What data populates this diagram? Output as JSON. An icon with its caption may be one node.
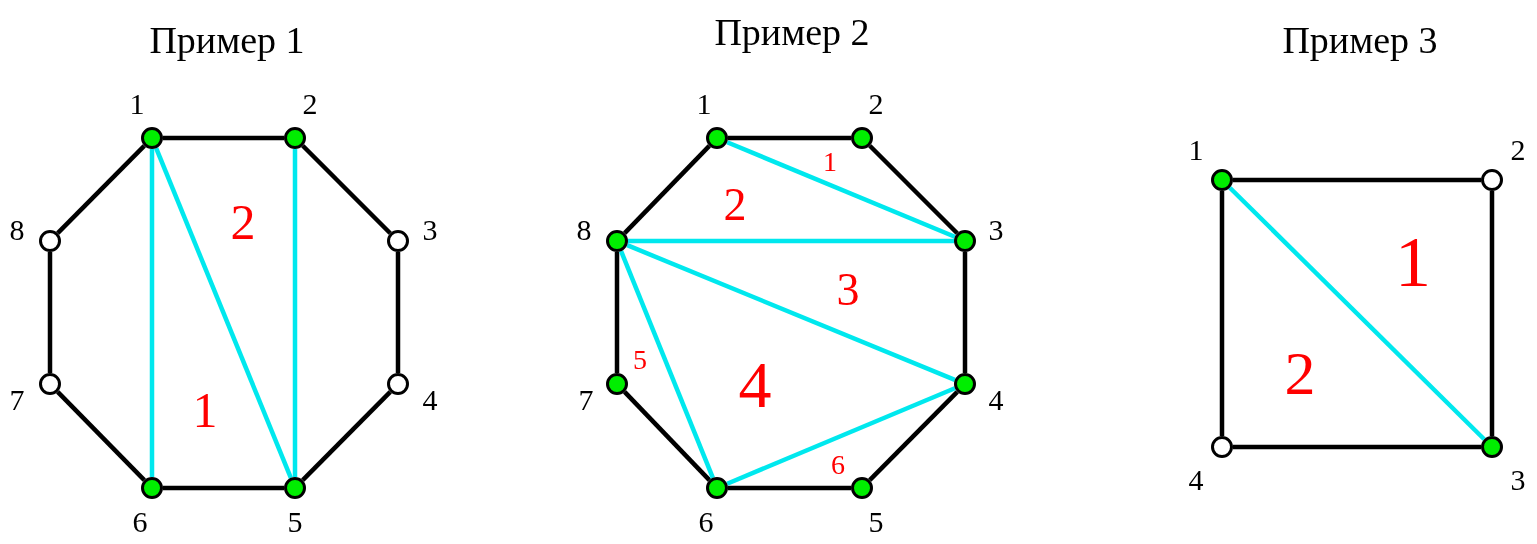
{
  "diagram": {
    "nodes": [
      {
        "text": [],
        "shape": "circle",
        "beside": [
          "1"
        ]
      },
      {
        "text": [],
        "shape": "circle",
        "beside": [
          "2"
        ]
      },
      {
        "text": [],
        "shape": "circle",
        "beside": [
          "3"
        ]
      },
      {
        "text": [],
        "shape": "circle",
        "beside": [
          "4"
        ]
      },
      {
        "text": [],
        "shape": "circle",
        "beside": [
          "5"
        ]
      },
      {
        "text": [],
        "shape": "circle",
        "beside": [
          "6"
        ]
      },
      {
        "text": [],
        "shape": "circle",
        "beside": [
          "7"
        ]
      },
      {
        "text": [],
        "shape": "circle",
        "beside": [
          "8"
        ]
      },
      {
        "text": [],
        "shape": "circle",
        "beside": [
          "1"
        ]
      },
      {
        "text": [],
        "shape": "circle",
        "beside": [
          "2"
        ]
      },
      {
        "text": [],
        "shape": "circle",
        "beside": [
          "3"
        ]
      },
      {
        "text": [],
        "shape": "circle",
        "beside": [
          "4"
        ]
      },
      {
        "text": [],
        "shape": "circle",
        "beside": [
          "5"
        ]
      },
      {
        "text": [],
        "shape": "circle",
        "beside": [
          "6"
        ]
      },
      {
        "text": [],
        "shape": "circle",
        "beside": [
          "7"
        ]
      },
      {
        "text": [],
        "shape": "circle",
        "beside": [
          "8"
        ]
      },
      {
        "text": [],
        "shape": "circle",
        "beside": [
          "1"
        ]
      },
      {
        "text": [],
        "shape": "circle",
        "beside": [
          "2"
        ]
      },
      {
        "text": [],
        "shape": "circle",
        "beside": [
          "3"
        ]
      },
      {
        "text": [],
        "shape": "circle",
        "beside": [
          "4"
        ]
      }
    ],
    "edges": [
      {
        "from": 0,
        "to": 1,
        "arrow": "none"
      },
      {
        "from": 1,
        "to": 2,
        "arrow": "none"
      },
      {
        "from": 2,
        "to": 3,
        "arrow": "none"
      },
      {
        "from": 3,
        "to": 4,
        "arrow": "none"
      },
      {
        "from": 4,
        "to": 5,
        "arrow": "none"
      },
      {
        "from": 5,
        "to": 6,
        "arrow": "none"
      },
      {
        "from": 6,
        "to": 7,
        "arrow": "none"
      },
      {
        "from": 7,
        "to": 0,
        "arrow": "none"
      },
      {
        "from": 0,
        "to": 5,
        "arrow": "none",
        "color": "#00e8ee"
      },
      {
        "from": 0,
        "to": 4,
        "arrow": "none",
        "color": "#00e8ee"
      },
      {
        "from": 1,
        "to": 4,
        "arrow": "none",
        "color": "#00e8ee"
      },
      {
        "from": 8,
        "to": 9,
        "arrow": "none"
      },
      {
        "from": 9,
        "to": 10,
        "arrow": "none"
      },
      {
        "from": 10,
        "to": 11,
        "arrow": "none"
      },
      {
        "from": 11,
        "to": 12,
        "arrow": "none"
      },
      {
        "from": 12,
        "to": 13,
        "arrow": "none"
      },
      {
        "from": 13,
        "to": 14,
        "arrow": "none"
      },
      {
        "from": 14,
        "to": 15,
        "arrow": "none"
      },
      {
        "from": 15,
        "to": 8,
        "arrow": "none"
      },
      {
        "from": 8,
        "to": 10,
        "arrow": "none",
        "color": "#00e8ee"
      },
      {
        "from": 15,
        "to": 10,
        "arrow": "none",
        "color": "#00e8ee"
      },
      {
        "from": 15,
        "to": 11,
        "arrow": "none",
        "color": "#00e8ee"
      },
      {
        "from": 15,
        "to": 13,
        "arrow": "none",
        "color": "#00e8ee"
      },
      {
        "from": 13,
        "to": 11,
        "arrow": "none",
        "color": "#00e8ee"
      },
      {
        "from": 16,
        "to": 17,
        "arrow": "none"
      },
      {
        "from": 17,
        "to": 18,
        "arrow": "none"
      },
      {
        "from": 18,
        "to": 19,
        "arrow": "none"
      },
      {
        "from": 19,
        "to": 16,
        "arrow": "none"
      },
      {
        "from": 16,
        "to": 18,
        "arrow": "none",
        "color": "#00e8ee"
      }
    ],
    "labels": [
      "Пример 1",
      "Пример 2",
      "Пример 3",
      "2",
      "1",
      "1",
      "2",
      "3",
      "4",
      "5",
      "6",
      "1",
      "2"
    ]
  }
}
